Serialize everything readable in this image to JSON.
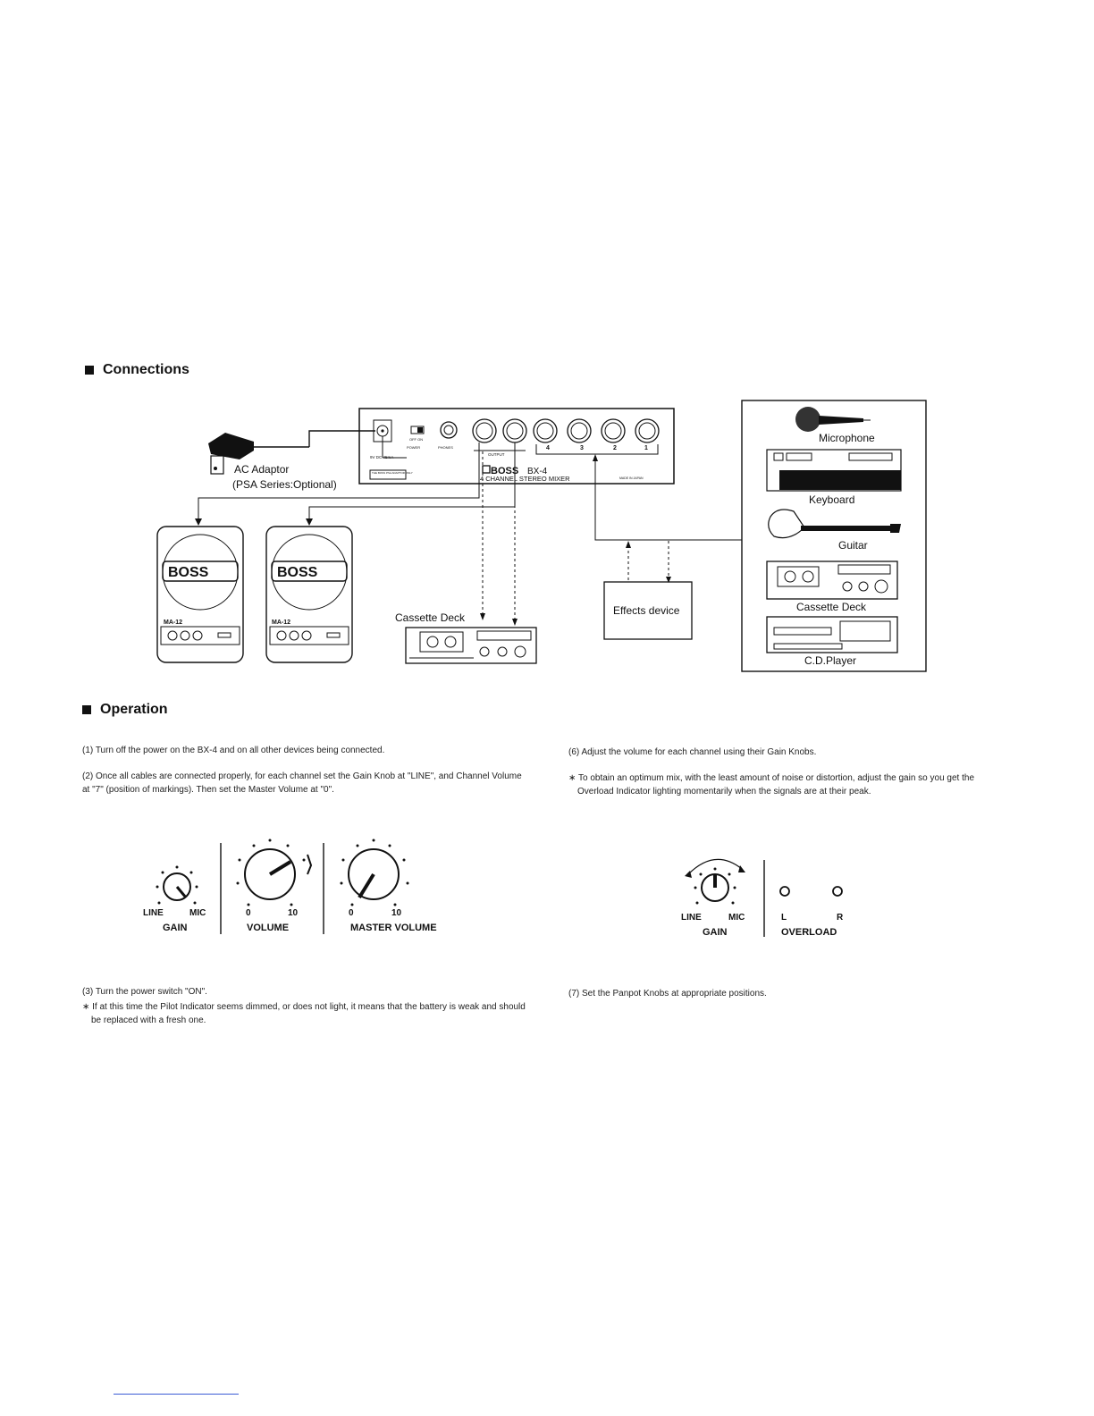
{
  "sections": {
    "connections": "Connections",
    "operation": "Operation"
  },
  "mixer": {
    "power_label": "POWER",
    "off_on": "OFF  ON",
    "phones_label": "PHONES",
    "output_label": "OUTPUT",
    "ch4": "4",
    "ch3": "3",
    "ch2": "2",
    "ch1": "1",
    "dc_label": "9V DC 45mA",
    "psa_label": "THE BOSS PSA ADAPTOR ONLY",
    "brand": "BOSS",
    "model": "BX-4",
    "subtitle": "4 CHANNEL STEREO MIXER",
    "made_in": "MADE IN JAPAN"
  },
  "adaptor": {
    "line1": "AC Adaptor",
    "line2": "(PSA Series:Optional)"
  },
  "speakers": {
    "brand": "BOSS",
    "model": "MA-12"
  },
  "devices": {
    "cassette_left": "Cassette Deck",
    "effects": "Effects device",
    "microphone": "Microphone",
    "keyboard": "Keyboard",
    "guitar": "Guitar",
    "cassette_right": "Cassette Deck",
    "cd_player": "C.D.Player"
  },
  "steps": {
    "s1": "(1)  Turn off the power on the BX-4 and on all other devices being connected.",
    "s2": "(2) Once all cables are connected properly, for each channel set the Gain Knob at \"LINE\", and Channel Volume at \"7\" (position of markings). Then set the Master Volume at \"0\".",
    "s3": "(3)  Turn the power switch \"ON\".",
    "s3_note": "∗  If at this time the Pilot Indicator seems dimmed, or does not light, it means that the battery is weak and should be replaced with a fresh one.",
    "s6": "(6)  Adjust the volume for each channel using their Gain Knobs.",
    "s6_note": "∗  To obtain an optimum mix, with the least amount of noise or distortion, adjust the gain so you get the Overload Indicator lighting momentarily when the signals are at their peak.",
    "s7": "(7)  Set the Panpot Knobs at appropriate positions."
  },
  "knobs_left": {
    "gain_line": "LINE",
    "gain_mic": "MIC",
    "gain_title": "GAIN",
    "vol_min": "0",
    "vol_max": "10",
    "vol_title": "VOLUME",
    "master_min": "0",
    "master_max": "10",
    "master_title": "MASTER VOLUME"
  },
  "knobs_right": {
    "gain_line": "LINE",
    "gain_mic": "MIC",
    "gain_title": "GAIN",
    "l": "L",
    "r": "R",
    "overload_title": "OVERLOAD"
  }
}
